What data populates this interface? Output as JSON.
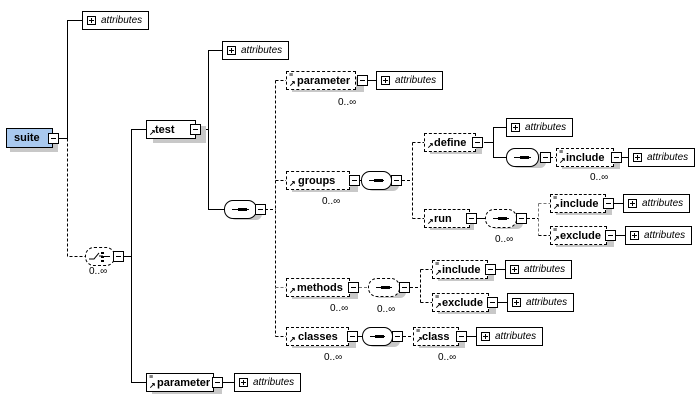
{
  "diagram": {
    "root": {
      "label": "suite"
    },
    "attributes_label": "attributes",
    "cardinality_unbounded": "0..∞",
    "nodes": {
      "test": "test",
      "parameter_inner": "parameter",
      "groups": "groups",
      "define": "define",
      "define_include": "include",
      "run": "run",
      "run_include": "include",
      "run_exclude": "exclude",
      "methods": "methods",
      "methods_include": "include",
      "methods_exclude": "exclude",
      "classes": "classes",
      "class": "class",
      "parameter_outer": "parameter"
    },
    "compositors": {
      "choice_suite": "choice",
      "sequence_test": "sequence",
      "sequence_groups": "sequence",
      "sequence_define": "sequence",
      "sequence_run": "sequence",
      "sequence_methods": "sequence",
      "sequence_classes": "sequence"
    }
  }
}
